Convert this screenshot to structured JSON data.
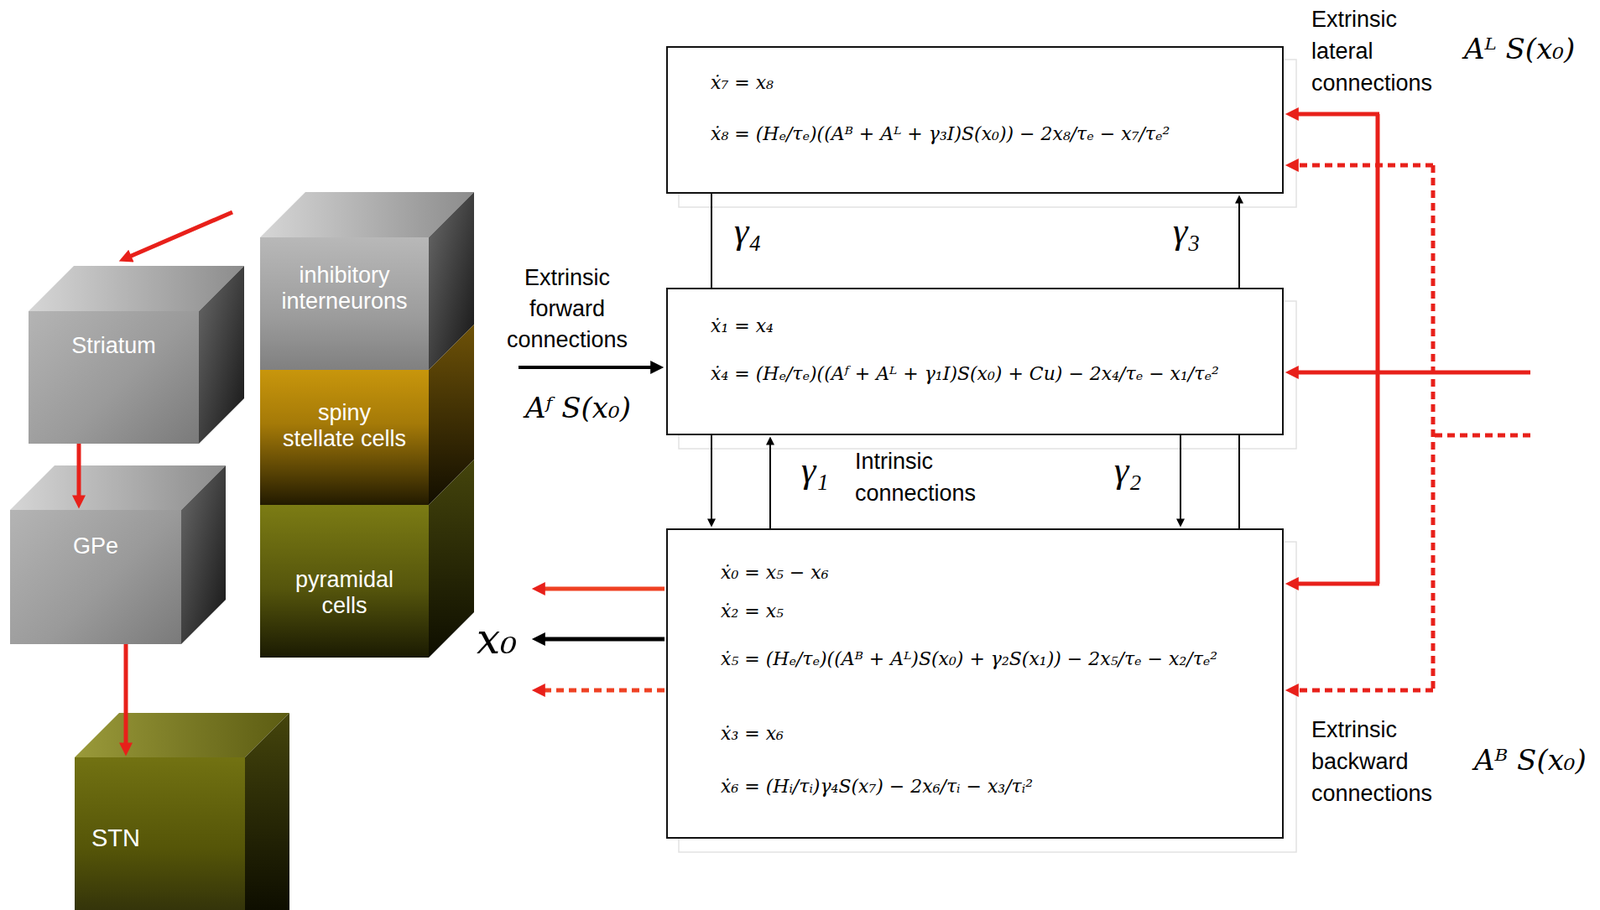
{
  "diagram": {
    "nodes": [
      {
        "text": [
          "Striatum"
        ]
      },
      {
        "text": [
          "GPe"
        ]
      },
      {
        "text": [
          "STN"
        ]
      },
      {
        "text": [
          "inhibitory interneurons"
        ]
      },
      {
        "text": [
          "spiny stellate cells"
        ]
      },
      {
        "text": [
          "pyramidal cells"
        ]
      },
      {
        "text": [
          "ẋ₇ = x₈",
          "ẋ₈ = (Hₑ/τₑ)((Aᴮ + Aᴸ + γ₃I)S(x₀)) − 2x₈/τₑ − x₇/τₑ²"
        ]
      },
      {
        "text": [
          "ẋ₁ = x₄",
          "ẋ₄ = (Hₑ/τₑ)((Aᶠ + Aᴸ + γ₁I)S(x₀) + Cu) − 2x₄/τₑ − x₁/τₑ²"
        ]
      },
      {
        "text": [
          "ẋ₀ = x₅ − x₆",
          "ẋ₂ = x₅",
          "ẋ₅ = (Hₑ/τₑ)((Aᴮ + Aᴸ)S(x₀) + γ₂S(x₁)) − 2x₅/τₑ − x₂/τₑ²",
          "ẋ₃ = x₆",
          "ẋ₆ = (Hᵢ/τᵢ)γ₄S(x₇) − 2x₆/τᵢ − x₃/τᵢ²"
        ]
      }
    ],
    "edges": [
      {
        "from": 0,
        "to": 1,
        "arrow": "to"
      },
      {
        "from": 1,
        "to": 2,
        "arrow": "to"
      },
      {
        "from": 6,
        "to": 8,
        "label": "γ₄",
        "arrow": "to"
      },
      {
        "from": 8,
        "to": 6,
        "label": "γ₃",
        "arrow": "to"
      },
      {
        "from": 8,
        "to": 7,
        "label": "γ₁",
        "arrow": "to"
      },
      {
        "from": 7,
        "to": 8,
        "label": "γ₂",
        "arrow": "to"
      }
    ],
    "labels": [
      "Extrinsic forward connections",
      "Aᶠ S(x₀)",
      "x₀",
      "Intrinsic connections",
      "Extrinsic lateral connections",
      "Aᴸ S(x₀)",
      "Extrinsic backward connections",
      "Aᴮ S(x₀)"
    ]
  }
}
